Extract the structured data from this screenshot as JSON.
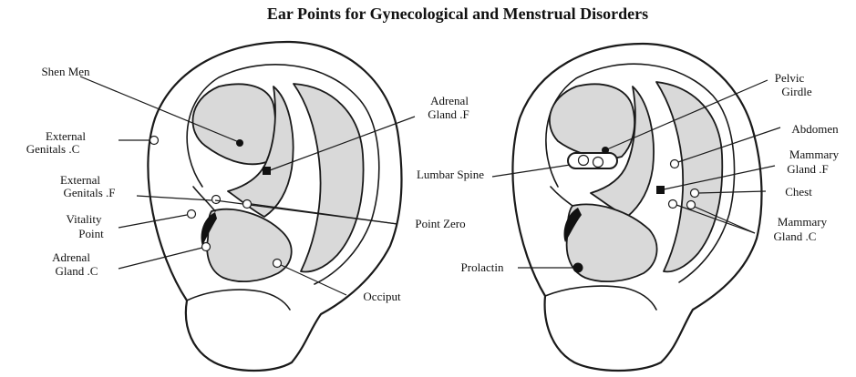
{
  "title": "Ear Points for Gynecological and Menstrual Disorders",
  "left_ear": {
    "labels": {
      "shen_men": "Shen Men",
      "external_genitals_c_1": "External",
      "external_genitals_c_2": "Genitals .C",
      "external_genitals_f_1": "External",
      "external_genitals_f_2": "Genitals .F",
      "vitality_point_1": "Vitality",
      "vitality_point_2": "Point",
      "adrenal_gland_c_1": "Adrenal",
      "adrenal_gland_c_2": "Gland .C",
      "adrenal_gland_f_1": "Adrenal",
      "adrenal_gland_f_2": "Gland .F",
      "point_zero": "Point Zero",
      "occiput": "Occiput"
    }
  },
  "right_ear": {
    "labels": {
      "pelvic_girdle_1": "Pelvic",
      "pelvic_girdle_2": "Girdle",
      "abdomen": "Abdomen",
      "mammary_gland_f_1": "Mammary",
      "mammary_gland_f_2": "Gland .F",
      "chest": "Chest",
      "mammary_gland_c_1": "Mammary",
      "mammary_gland_c_2": "Gland .C",
      "lumbar_spine": "Lumbar Spine",
      "prolactin": "Prolactin"
    }
  }
}
